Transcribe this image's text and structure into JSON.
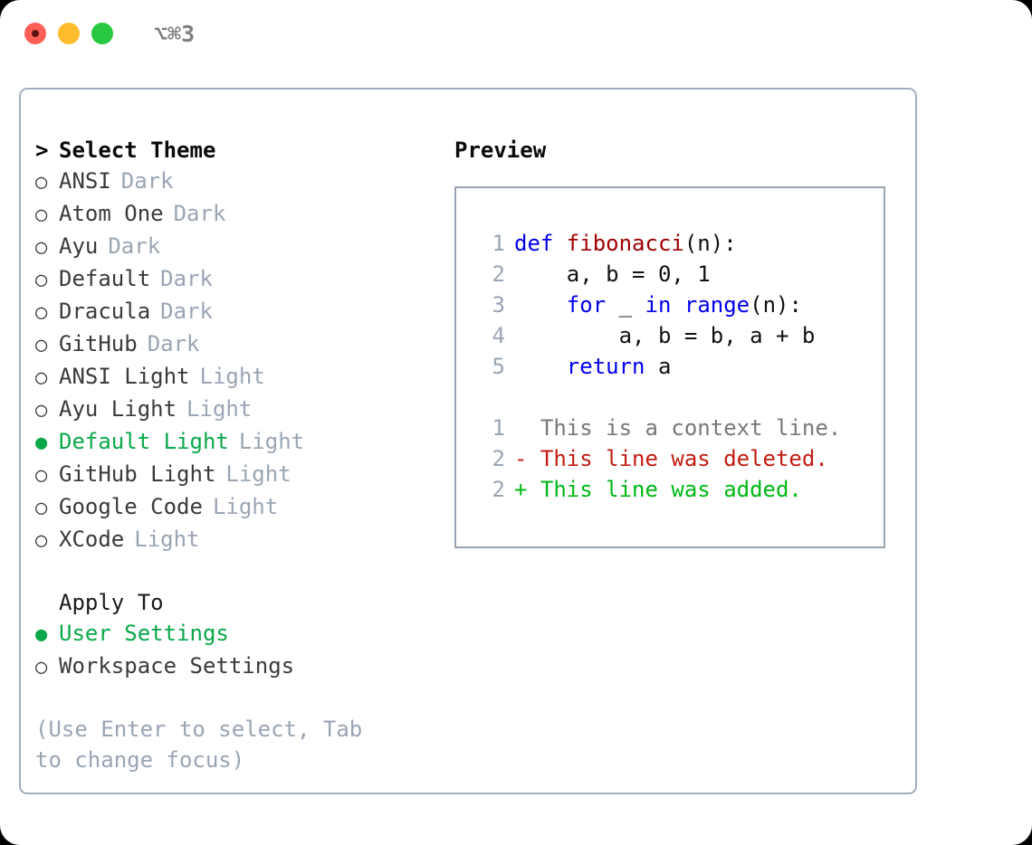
{
  "titlebar": {
    "shortcut": "⌥⌘3",
    "controls": [
      {
        "name": "close",
        "color": "#ff5f57"
      },
      {
        "name": "minimize",
        "color": "#ffbd2e"
      },
      {
        "name": "zoom",
        "color": "#28c840"
      }
    ]
  },
  "theme_picker": {
    "header_marker": ">",
    "header": "Select Theme",
    "bullet_unselected": "○",
    "bullet_selected": "●",
    "selected_color": "#0aa84a",
    "tag_color": "#9aa5b4",
    "items": [
      {
        "label": "ANSI",
        "tag": "Dark",
        "selected": false
      },
      {
        "label": "Atom One",
        "tag": "Dark",
        "selected": false
      },
      {
        "label": "Ayu",
        "tag": "Dark",
        "selected": false
      },
      {
        "label": "Default",
        "tag": "Dark",
        "selected": false
      },
      {
        "label": "Dracula",
        "tag": "Dark",
        "selected": false
      },
      {
        "label": "GitHub",
        "tag": "Dark",
        "selected": false
      },
      {
        "label": "ANSI Light",
        "tag": "Light",
        "selected": false
      },
      {
        "label": "Ayu Light",
        "tag": "Light",
        "selected": false
      },
      {
        "label": "Default Light",
        "tag": "Light",
        "selected": true
      },
      {
        "label": "GitHub Light",
        "tag": "Light",
        "selected": false
      },
      {
        "label": "Google Code",
        "tag": "Light",
        "selected": false
      },
      {
        "label": "XCode",
        "tag": "Light",
        "selected": false
      }
    ]
  },
  "apply_to": {
    "header": "Apply To",
    "items": [
      {
        "label": "User Settings",
        "selected": true
      },
      {
        "label": "Workspace Settings",
        "selected": false
      }
    ]
  },
  "hint": "(Use Enter to select, Tab to change focus)",
  "preview": {
    "title": "Preview",
    "code_lines": [
      {
        "no": "1",
        "tokens": [
          {
            "text": "def ",
            "kind": "kw"
          },
          {
            "text": "fibonacci",
            "kind": "fn"
          },
          {
            "text": "(n):",
            "kind": "txt"
          }
        ]
      },
      {
        "no": "2",
        "tokens": [
          {
            "text": "    a, b = 0, 1",
            "kind": "txt"
          }
        ]
      },
      {
        "no": "3",
        "tokens": [
          {
            "text": "    ",
            "kind": "txt"
          },
          {
            "text": "for",
            "kind": "kw"
          },
          {
            "text": " _ ",
            "kind": "txt"
          },
          {
            "text": "in",
            "kind": "kw"
          },
          {
            "text": " ",
            "kind": "txt"
          },
          {
            "text": "range",
            "kind": "kw"
          },
          {
            "text": "(n):",
            "kind": "txt"
          }
        ]
      },
      {
        "no": "4",
        "tokens": [
          {
            "text": "        a, b = b, a + b",
            "kind": "txt"
          }
        ]
      },
      {
        "no": "5",
        "tokens": [
          {
            "text": "    ",
            "kind": "txt"
          },
          {
            "text": "return",
            "kind": "kw"
          },
          {
            "text": " a",
            "kind": "txt"
          }
        ]
      }
    ],
    "diff_lines": [
      {
        "no": "1",
        "tokens": [
          {
            "text": "  This is a context line.",
            "kind": "ctx"
          }
        ]
      },
      {
        "no": "2",
        "tokens": [
          {
            "text": "- This line was deleted.",
            "kind": "del"
          }
        ]
      },
      {
        "no": "2",
        "tokens": [
          {
            "text": "+ This line was added.",
            "kind": "add"
          }
        ]
      }
    ]
  }
}
